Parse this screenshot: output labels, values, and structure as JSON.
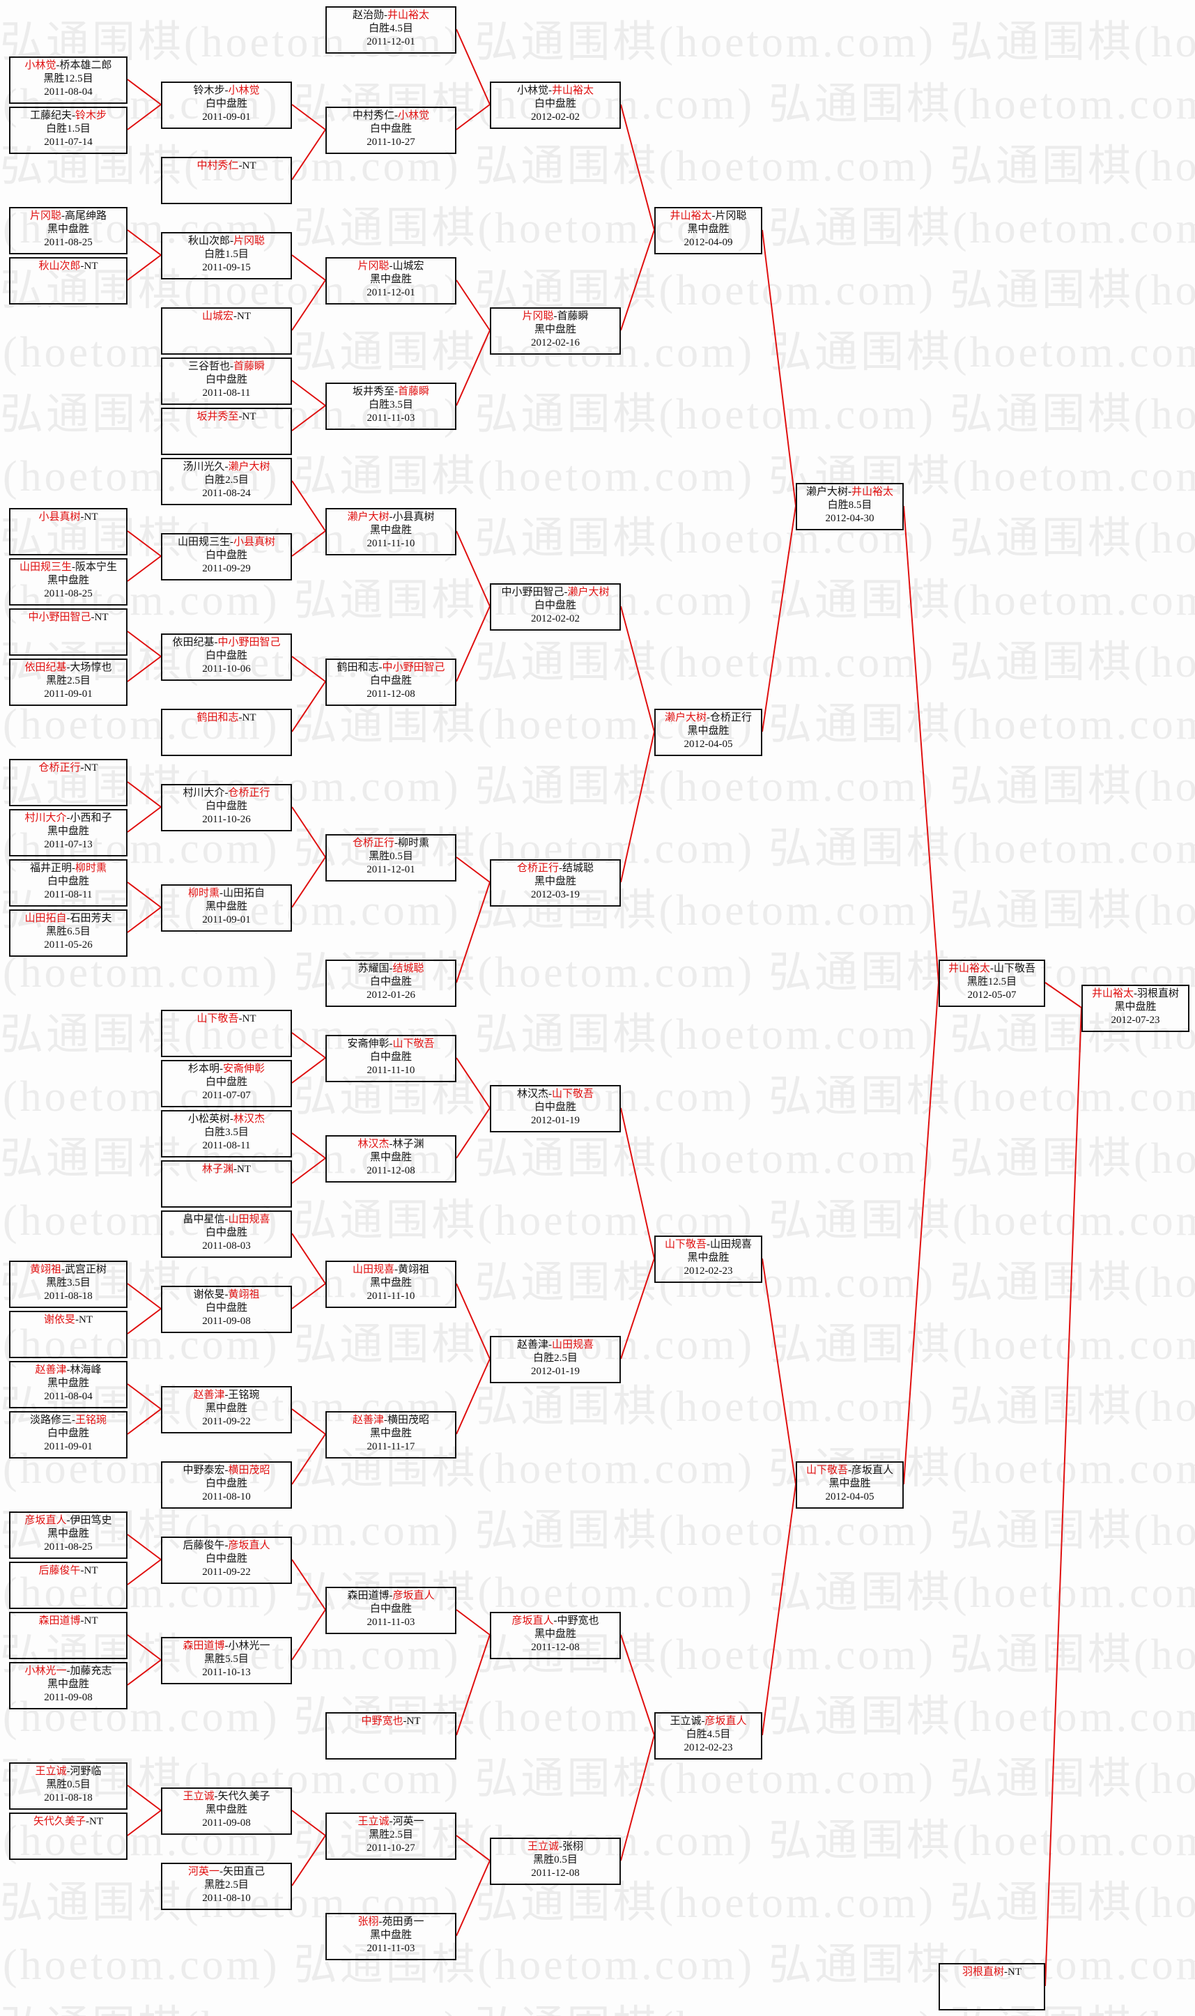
{
  "watermark": "弘通围棋(hoetom.com)",
  "accent_color": "#e01010",
  "separator": "-",
  "matches": [
    {
      "player1": "井山裕太",
      "player2": "羽根直树",
      "winner": 1,
      "result": "黑中盘胜",
      "date": "2012-07-23"
    },
    {
      "player1": "井山裕太",
      "player2": "山下敬吾",
      "winner": 1,
      "result": "黑胜12.5目",
      "date": "2012-05-07"
    },
    {
      "player1": "羽根直树",
      "player2": "NT",
      "winner": 1
    },
    {
      "player1": "濑户大树",
      "player2": "井山裕太",
      "winner": 2,
      "result": "白胜8.5目",
      "date": "2012-04-30"
    },
    {
      "player1": "山下敬吾",
      "player2": "彦坂直人",
      "winner": 1,
      "result": "黑中盘胜",
      "date": "2012-04-05"
    },
    {
      "player1": "井山裕太",
      "player2": "片冈聪",
      "winner": 1,
      "result": "黑中盘胜",
      "date": "2012-04-09"
    },
    {
      "player1": "濑户大树",
      "player2": "仓桥正行",
      "winner": 1,
      "result": "黑中盘胜",
      "date": "2012-04-05"
    },
    {
      "player1": "山下敬吾",
      "player2": "山田规喜",
      "winner": 1,
      "result": "黑中盘胜",
      "date": "2012-02-23"
    },
    {
      "player1": "王立诚",
      "player2": "彦坂直人",
      "winner": 2,
      "result": "白胜4.5目",
      "date": "2012-02-23"
    },
    {
      "player1": "小林觉",
      "player2": "井山裕太",
      "winner": 2,
      "result": "白中盘胜",
      "date": "2012-02-02"
    },
    {
      "player1": "片冈聪",
      "player2": "首藤瞬",
      "winner": 1,
      "result": "黑中盘胜",
      "date": "2012-02-16"
    },
    {
      "player1": "中小野田智己",
      "player2": "濑户大树",
      "winner": 2,
      "result": "白中盘胜",
      "date": "2012-02-02"
    },
    {
      "player1": "仓桥正行",
      "player2": "结城聪",
      "winner": 1,
      "result": "黑中盘胜",
      "date": "2012-03-19"
    },
    {
      "player1": "林汉杰",
      "player2": "山下敬吾",
      "winner": 2,
      "result": "白中盘胜",
      "date": "2012-01-19"
    },
    {
      "player1": "赵善津",
      "player2": "山田规喜",
      "winner": 2,
      "result": "白胜2.5目",
      "date": "2012-01-19"
    },
    {
      "player1": "彦坂直人",
      "player2": "中野宽也",
      "winner": 1,
      "result": "黑中盘胜",
      "date": "2011-12-08"
    },
    {
      "player1": "王立诚",
      "player2": "张栩",
      "winner": 1,
      "result": "黑胜0.5目",
      "date": "2011-12-08"
    },
    {
      "player1": "赵治勋",
      "player2": "井山裕太",
      "winner": 2,
      "result": "白胜4.5目",
      "date": "2011-12-01"
    },
    {
      "player1": "中村秀仁",
      "player2": "小林觉",
      "winner": 2,
      "result": "白中盘胜",
      "date": "2011-10-27"
    },
    {
      "player1": "片冈聪",
      "player2": "山城宏",
      "winner": 1,
      "result": "黑中盘胜",
      "date": "2011-12-01"
    },
    {
      "player1": "坂井秀至",
      "player2": "首藤瞬",
      "winner": 2,
      "result": "白胜3.5目",
      "date": "2011-11-03"
    },
    {
      "player1": "濑户大树",
      "player2": "小县真树",
      "winner": 1,
      "result": "黑中盘胜",
      "date": "2011-11-10"
    },
    {
      "player1": "鹤田和志",
      "player2": "中小野田智己",
      "winner": 2,
      "result": "白中盘胜",
      "date": "2011-12-08"
    },
    {
      "player1": "仓桥正行",
      "player2": "柳时熏",
      "winner": 1,
      "result": "黑胜0.5目",
      "date": "2011-12-01"
    },
    {
      "player1": "苏耀国",
      "player2": "结城聪",
      "winner": 2,
      "result": "白中盘胜",
      "date": "2012-01-26"
    },
    {
      "player1": "安斋伸彰",
      "player2": "山下敬吾",
      "winner": 2,
      "result": "白中盘胜",
      "date": "2011-11-10"
    },
    {
      "player1": "林汉杰",
      "player2": "林子渊",
      "winner": 1,
      "result": "黑中盘胜",
      "date": "2011-12-08"
    },
    {
      "player1": "山田规喜",
      "player2": "黄翊祖",
      "winner": 1,
      "result": "黑中盘胜",
      "date": "2011-11-10"
    },
    {
      "player1": "赵善津",
      "player2": "横田茂昭",
      "winner": 1,
      "result": "黑中盘胜",
      "date": "2011-11-17"
    },
    {
      "player1": "森田道博",
      "player2": "彦坂直人",
      "winner": 2,
      "result": "白中盘胜",
      "date": "2011-11-03"
    },
    {
      "player1": "中野宽也",
      "player2": "NT",
      "winner": 1
    },
    {
      "player1": "王立诚",
      "player2": "河英一",
      "winner": 1,
      "result": "黑胜2.5目",
      "date": "2011-10-27"
    },
    {
      "player1": "张栩",
      "player2": "苑田勇一",
      "winner": 1,
      "result": "黑中盘胜",
      "date": "2011-11-03"
    },
    {
      "player1": "铃木步",
      "player2": "小林觉",
      "winner": 2,
      "result": "白中盘胜",
      "date": "2011-09-01"
    },
    {
      "player1": "中村秀仁",
      "player2": "NT",
      "winner": 1
    },
    {
      "player1": "秋山次郎",
      "player2": "片冈聪",
      "winner": 2,
      "result": "白胜1.5目",
      "date": "2011-09-15"
    },
    {
      "player1": "山城宏",
      "player2": "NT",
      "winner": 1
    },
    {
      "player1": "三谷哲也",
      "player2": "首藤瞬",
      "winner": 2,
      "result": "白中盘胜",
      "date": "2011-08-11"
    },
    {
      "player1": "坂井秀至",
      "player2": "NT",
      "winner": 1
    },
    {
      "player1": "汤川光久",
      "player2": "濑户大树",
      "winner": 2,
      "result": "白胜2.5目",
      "date": "2011-08-24"
    },
    {
      "player1": "山田规三生",
      "player2": "小县真树",
      "winner": 2,
      "result": "白中盘胜",
      "date": "2011-09-29"
    },
    {
      "player1": "依田纪基",
      "player2": "中小野田智己",
      "winner": 2,
      "result": "白中盘胜",
      "date": "2011-10-06"
    },
    {
      "player1": "鹤田和志",
      "player2": "NT",
      "winner": 1
    },
    {
      "player1": "村川大介",
      "player2": "仓桥正行",
      "winner": 2,
      "result": "白中盘胜",
      "date": "2011-10-26"
    },
    {
      "player1": "柳时熏",
      "player2": "山田拓自",
      "winner": 1,
      "result": "黑中盘胜",
      "date": "2011-09-01"
    },
    {
      "player1": "山下敬吾",
      "player2": "NT",
      "winner": 1
    },
    {
      "player1": "杉本明",
      "player2": "安斋伸彰",
      "winner": 2,
      "result": "白中盘胜",
      "date": "2011-07-07"
    },
    {
      "player1": "小松英树",
      "player2": "林汉杰",
      "winner": 2,
      "result": "白胜3.5目",
      "date": "2011-08-11"
    },
    {
      "player1": "林子渊",
      "player2": "NT",
      "winner": 1
    },
    {
      "player1": "畠中星信",
      "player2": "山田规喜",
      "winner": 2,
      "result": "白中盘胜",
      "date": "2011-08-03"
    },
    {
      "player1": "谢依旻",
      "player2": "黄翊祖",
      "winner": 2,
      "result": "白中盘胜",
      "date": "2011-09-08"
    },
    {
      "player1": "赵善津",
      "player2": "王铭琬",
      "winner": 1,
      "result": "黑中盘胜",
      "date": "2011-09-22"
    },
    {
      "player1": "中野泰宏",
      "player2": "横田茂昭",
      "winner": 2,
      "result": "白中盘胜",
      "date": "2011-08-10"
    },
    {
      "player1": "后藤俊午",
      "player2": "彦坂直人",
      "winner": 2,
      "result": "白中盘胜",
      "date": "2011-09-22"
    },
    {
      "player1": "森田道博",
      "player2": "小林光一",
      "winner": 1,
      "result": "黑胜5.5目",
      "date": "2011-10-13"
    },
    {
      "player1": "王立诚",
      "player2": "矢代久美子",
      "winner": 1,
      "result": "黑中盘胜",
      "date": "2011-09-08"
    },
    {
      "player1": "河英一",
      "player2": "矢田直己",
      "winner": 1,
      "result": "黑胜2.5目",
      "date": "2011-08-10"
    },
    {
      "player1": "小林觉",
      "player2": "桥本雄二郎",
      "winner": 1,
      "result": "黑胜12.5目",
      "date": "2011-08-04"
    },
    {
      "player1": "工藤纪夫",
      "player2": "铃木步",
      "winner": 2,
      "result": "白胜1.5目",
      "date": "2011-07-14"
    },
    {
      "player1": "片冈聪",
      "player2": "高尾绅路",
      "winner": 1,
      "result": "黑中盘胜",
      "date": "2011-08-25"
    },
    {
      "player1": "秋山次郎",
      "player2": "NT",
      "winner": 1
    },
    {
      "player1": "小县真树",
      "player2": "NT",
      "winner": 1
    },
    {
      "player1": "山田规三生",
      "player2": "阪本宁生",
      "winner": 1,
      "result": "黑中盘胜",
      "date": "2011-08-25"
    },
    {
      "player1": "中小野田智己",
      "player2": "NT",
      "winner": 1
    },
    {
      "player1": "依田纪基",
      "player2": "大场惇也",
      "winner": 1,
      "result": "黑胜2.5目",
      "date": "2011-09-01"
    },
    {
      "player1": "仓桥正行",
      "player2": "NT",
      "winner": 1
    },
    {
      "player1": "村川大介",
      "player2": "小西和子",
      "winner": 1,
      "result": "黑中盘胜",
      "date": "2011-07-13"
    },
    {
      "player1": "福井正明",
      "player2": "柳时熏",
      "winner": 2,
      "result": "白中盘胜",
      "date": "2011-08-11"
    },
    {
      "player1": "山田拓自",
      "player2": "石田芳夫",
      "winner": 1,
      "result": "黑胜6.5目",
      "date": "2011-05-26"
    },
    {
      "player1": "黄翊祖",
      "player2": "武宫正树",
      "winner": 1,
      "result": "黑胜3.5目",
      "date": "2011-08-18"
    },
    {
      "player1": "谢依旻",
      "player2": "NT",
      "winner": 1
    },
    {
      "player1": "赵善津",
      "player2": "林海峰",
      "winner": 1,
      "result": "黑中盘胜",
      "date": "2011-08-04"
    },
    {
      "player1": "淡路修三",
      "player2": "王铭琬",
      "winner": 2,
      "result": "白中盘胜",
      "date": "2011-09-01"
    },
    {
      "player1": "彦坂直人",
      "player2": "伊田笃史",
      "winner": 1,
      "result": "黑中盘胜",
      "date": "2011-08-25"
    },
    {
      "player1": "后藤俊午",
      "player2": "NT",
      "winner": 1
    },
    {
      "player1": "森田道博",
      "player2": "NT",
      "winner": 1
    },
    {
      "player1": "小林光一",
      "player2": "加藤充志",
      "winner": 1,
      "result": "黑中盘胜",
      "date": "2011-09-08"
    },
    {
      "player1": "王立诚",
      "player2": "河野临",
      "winner": 1,
      "result": "黑胜0.5目",
      "date": "2011-08-18"
    },
    {
      "player1": "矢代久美子",
      "player2": "NT",
      "winner": 1
    }
  ]
}
